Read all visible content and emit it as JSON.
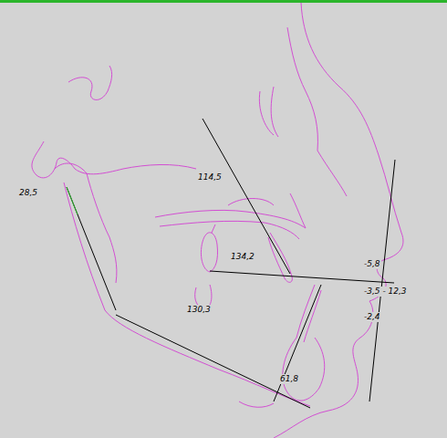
{
  "diagram": {
    "labels": [
      "28,5",
      "114,5",
      "134,2",
      "130,3",
      "-5,8",
      "-3,5 - 12,3",
      "-2,4",
      "61,8"
    ]
  }
}
